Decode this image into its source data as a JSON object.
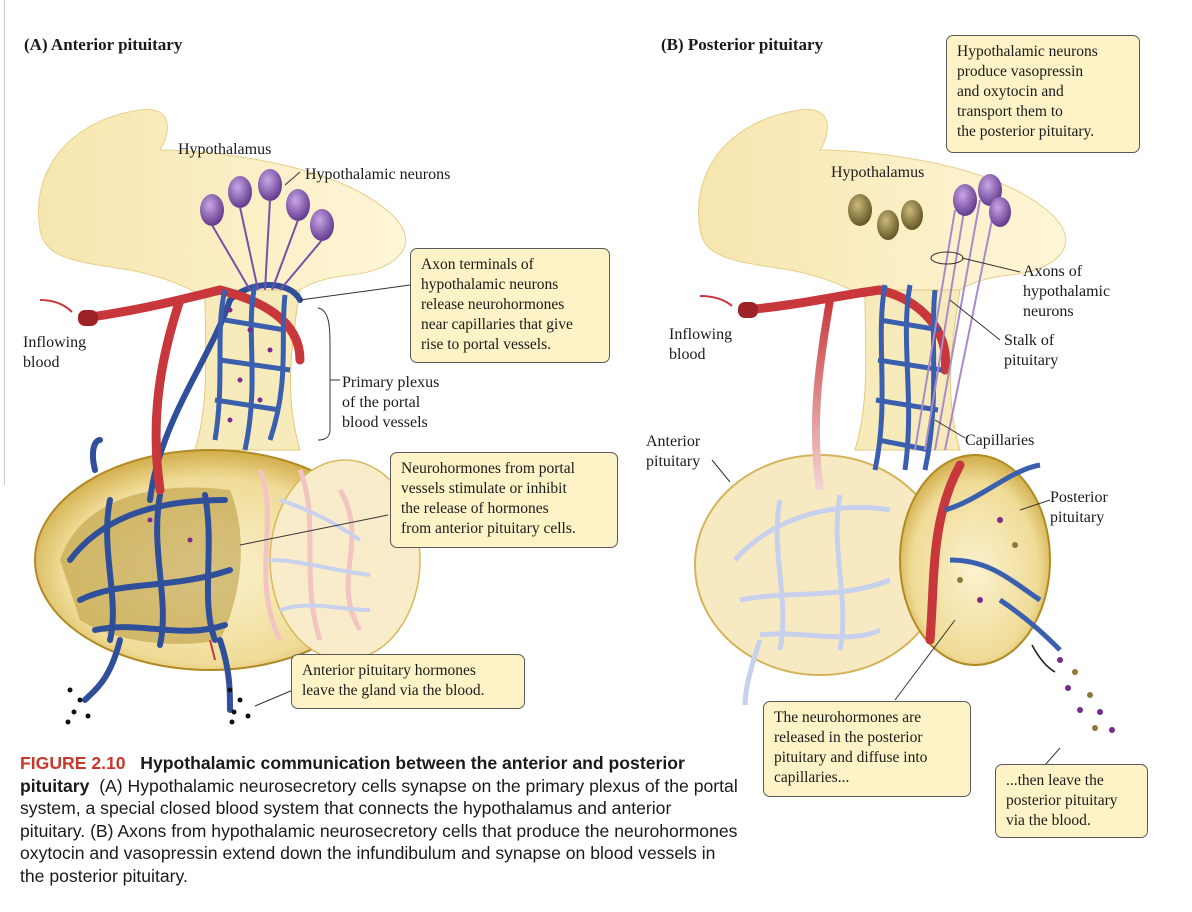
{
  "panels": {
    "a": {
      "title": "(A)  Anterior pituitary",
      "labels": {
        "hypothalamus": "Hypothalamus",
        "hypothalamic_neurons": "Hypothalamic neurons",
        "inflowing_blood": "Inflowing\nblood",
        "primary_plexus": "Primary plexus\nof the portal\nblood vessels"
      },
      "callouts": {
        "axon_terminals": "Axon terminals of\nhypothalamic neurons\nrelease neurohormones\nnear capillaries that give\nrise to portal vessels.",
        "neurohormones_portal": "Neurohormones from portal\nvessels stimulate or inhibit\nthe release of hormones\nfrom anterior pituitary cells.",
        "anterior_hormones": "Anterior pituitary hormones\nleave the gland via the blood."
      }
    },
    "b": {
      "title": "(B)  Posterior pituitary",
      "labels": {
        "hypothalamus": "Hypothalamus",
        "inflowing_blood": "Inflowing\nblood",
        "axons": "Axons of\nhypothalamic\nneurons",
        "stalk": "Stalk of\npituitary",
        "anterior_pituitary": "Anterior\npituitary",
        "capillaries": "Capillaries",
        "posterior_pituitary": "Posterior\npituitary"
      },
      "callouts": {
        "vasopressin": "Hypothalamic neurons\nproduce vasopressin\nand oxytocin and\ntransport them to\nthe posterior pituitary.",
        "released": "The neurohormones are\nreleased in the posterior\npituitary and diffuse into\ncapillaries...",
        "then_leave": "...then leave the\nposterior pituitary\nvia the blood."
      }
    }
  },
  "caption": {
    "figure": "FIGURE 2.10",
    "heading": "Hypothalamic communication between the anterior and posterior pituitary",
    "text": "(A) Hypothalamic neurosecretory cells synapse on the primary plexus of the portal system, a special closed blood system that connects the hypothalamus and anterior pituitary. (B) Axons from hypothalamic neurosecretory cells that produce the neurohormones oxytocin and vasopressin extend down the infundibulum and synapse on blood vessels in the posterior pituitary."
  },
  "colors": {
    "tissue": "#f3e3a8",
    "gland_rim": "#c9a02e",
    "artery": "#c8373b",
    "vein": "#3a5fae",
    "neuron_purple": "#7a4fa6",
    "neuron_olive": "#8a7a3a",
    "callout_fill": "#fdf3c6"
  }
}
